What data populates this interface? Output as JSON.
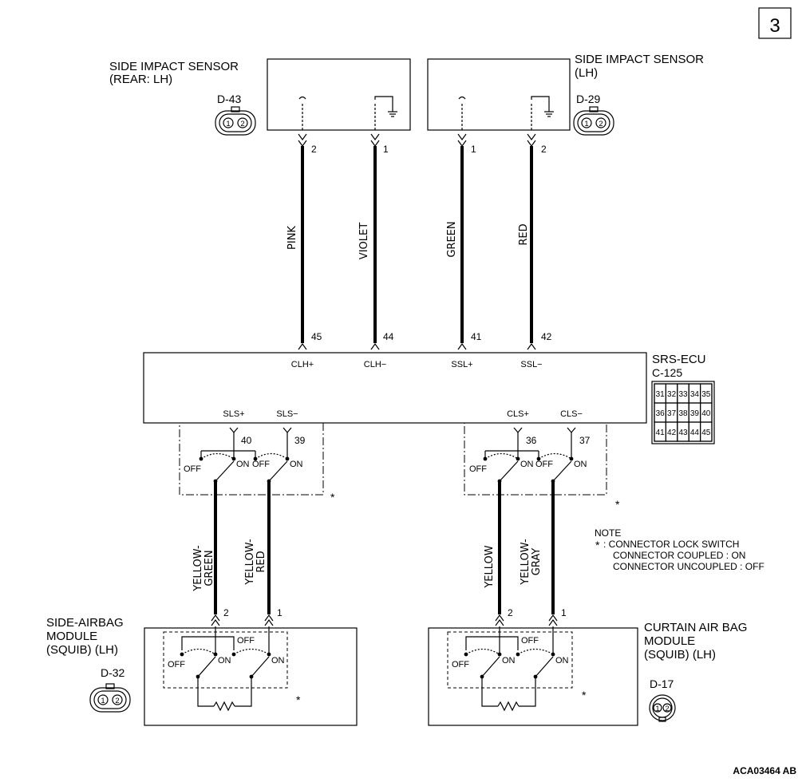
{
  "page_number": "3",
  "figure_code": "ACA03464 AB",
  "sensor_rear": {
    "title_line1": "SIDE IMPACT SENSOR",
    "title_line2": "(REAR: LH)",
    "connector": "D-43",
    "pin_a": "2",
    "pin_b": "1",
    "plug_pins": [
      "1",
      "2"
    ]
  },
  "sensor_lh": {
    "title_line1": "SIDE IMPACT SENSOR",
    "title_line2": "(LH)",
    "connector": "D-29",
    "pin_a": "1",
    "pin_b": "2",
    "plug_pins": [
      "1",
      "2"
    ]
  },
  "wires_top": [
    {
      "color": "PINK",
      "ecu_pin": "45",
      "terminal": "CLH+"
    },
    {
      "color": "VIOLET",
      "ecu_pin": "44",
      "terminal": "CLH−"
    },
    {
      "color": "GREEN",
      "ecu_pin": "41",
      "terminal": "SSL+"
    },
    {
      "color": "RED",
      "ecu_pin": "42",
      "terminal": "SSL−"
    }
  ],
  "ecu": {
    "title": "SRS-ECU",
    "connector": "C-125",
    "terminals_bottom": [
      "SLS+",
      "SLS−",
      "CLS+",
      "CLS−"
    ],
    "pins_bottom": [
      "40",
      "39",
      "36",
      "37"
    ],
    "connector_grid": [
      [
        "31",
        "32",
        "33",
        "34",
        "35"
      ],
      [
        "36",
        "37",
        "38",
        "39",
        "40"
      ],
      [
        "41",
        "42",
        "43",
        "44",
        "45"
      ]
    ]
  },
  "switch_labels": {
    "off": "OFF",
    "on": "ON"
  },
  "asterisk": "*",
  "wires_bottom": [
    {
      "line1": "YELLOW-",
      "line2": "GREEN",
      "module_pin": "2"
    },
    {
      "line1": "YELLOW-",
      "line2": "RED",
      "module_pin": "1"
    },
    {
      "line1": "YELLOW",
      "line2": "",
      "module_pin": "2"
    },
    {
      "line1": "YELLOW-",
      "line2": "GRAY",
      "module_pin": "1"
    }
  ],
  "note": {
    "title": "NOTE",
    "star": "*",
    "line1": ": CONNECTOR LOCK SWITCH",
    "line2": "CONNECTOR COUPLED : ON",
    "line3": "CONNECTOR UNCOUPLED : OFF"
  },
  "side_airbag": {
    "line1": "SIDE-AIRBAG",
    "line2": "MODULE",
    "line3": "(SQUIB) (LH)",
    "connector": "D-32",
    "plug_pins": [
      "1",
      "2"
    ]
  },
  "curtain_airbag": {
    "line1": "CURTAIN AIR BAG",
    "line2": "MODULE",
    "line3": "(SQUIB) (LH)",
    "connector": "D-17",
    "plug_pins": [
      "1",
      "2"
    ]
  }
}
